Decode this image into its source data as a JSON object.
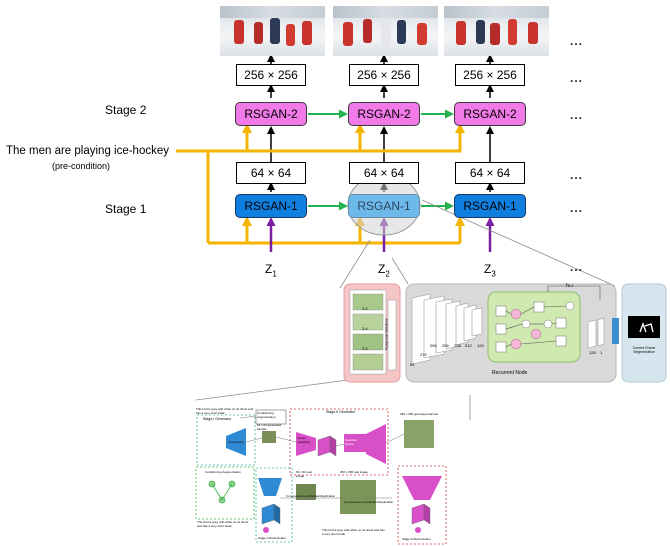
{
  "stages": {
    "stage2": "Stage 2",
    "stage1": "Stage 1"
  },
  "condition": {
    "text": "The men are playing ice-hockey",
    "note": "(pre-condition)"
  },
  "columns": [
    {
      "res2": "256 × 256",
      "gan2": "RSGAN-2",
      "res1": "64 × 64",
      "gan1": "RSGAN-1",
      "z": "Z",
      "z_sub": "1"
    },
    {
      "res2": "256 × 256",
      "gan2": "RSGAN-2",
      "res1": "64 × 64",
      "gan1": "RSGAN-1",
      "z": "Z",
      "z_sub": "2"
    },
    {
      "res2": "256 × 256",
      "gan2": "RSGAN-2",
      "res1": "64 × 64",
      "gan1": "RSGAN-1",
      "z": "Z",
      "z_sub": "3"
    }
  ],
  "ellipsis": "...",
  "colors": {
    "stage2_fill": "#f27ae8",
    "stage1_fill": "#0f7fe0",
    "stage1_faded": "#6cb9ea",
    "condition_arrow": "#f5b400",
    "noise_arrow": "#7a1fa2",
    "recurrent_arrow": "#22b14c",
    "pink_panel": "#f4c6c6",
    "blue_panel": "#d7e6ee"
  },
  "inset": {
    "recurrent_node": "Recurrent Node",
    "output_label": "Current Frame Segmentation",
    "temporal_label": "Temporal Window",
    "h_label": "h",
    "h_sub": "t-1",
    "tensor_labels": [
      "256",
      "256",
      "256",
      "512",
      "128"
    ],
    "left_sizes": [
      "64",
      "270"
    ],
    "out_sizes": [
      "128",
      "1"
    ],
    "frame_tags": [
      "2:4",
      "2:4",
      "2:5"
    ]
  },
  "stackgan": {
    "texts": [
      "This bird is grey with white on its chest and has a very short beak",
      "Conditioning Augmentation",
      "Stage-II Generator",
      "Stage-I Generator",
      "Upsampling",
      "64 x 64 generated sample",
      "Down-sampling",
      "Residual blocks",
      "256 x 256 generated sample",
      "Conditioning Augmentation",
      "64 x 64 real image",
      "256 x 256 real image",
      "Compression and Spatial Replication",
      "Compression and Spatial Replication",
      "Stage-I Discriminator",
      "Stage-II Discriminator",
      "This bird is grey with white on its chest and has a very short beak",
      "This bird is grey with white on its chest and has a very short beak"
    ]
  }
}
